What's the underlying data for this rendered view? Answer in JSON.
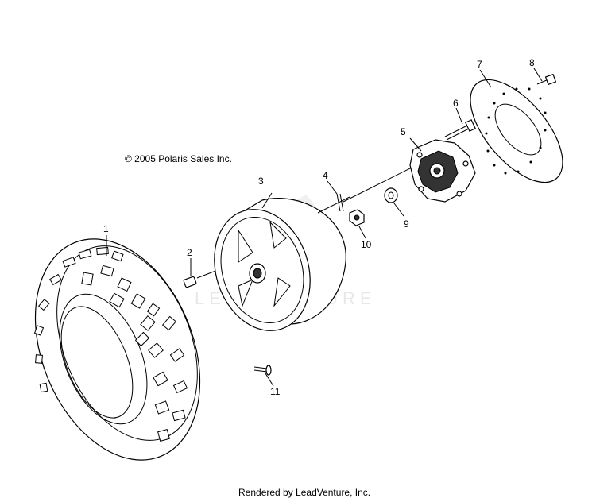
{
  "copyright": "© 2005 Polaris Sales Inc.",
  "footer": "Rendered by LeadVenture, Inc.",
  "watermark": "LEADVENTURE",
  "callouts": [
    {
      "id": "1",
      "part": "tire"
    },
    {
      "id": "2",
      "part": "valve-stem"
    },
    {
      "id": "3",
      "part": "wheel-rim"
    },
    {
      "id": "4",
      "part": "cotter-pin"
    },
    {
      "id": "5",
      "part": "wheel-hub"
    },
    {
      "id": "6",
      "part": "hub-bolt"
    },
    {
      "id": "7",
      "part": "brake-disc"
    },
    {
      "id": "8",
      "part": "disc-bolt"
    },
    {
      "id": "9",
      "part": "washer"
    },
    {
      "id": "10",
      "part": "castle-nut"
    },
    {
      "id": "11",
      "part": "wheel-stud"
    }
  ]
}
